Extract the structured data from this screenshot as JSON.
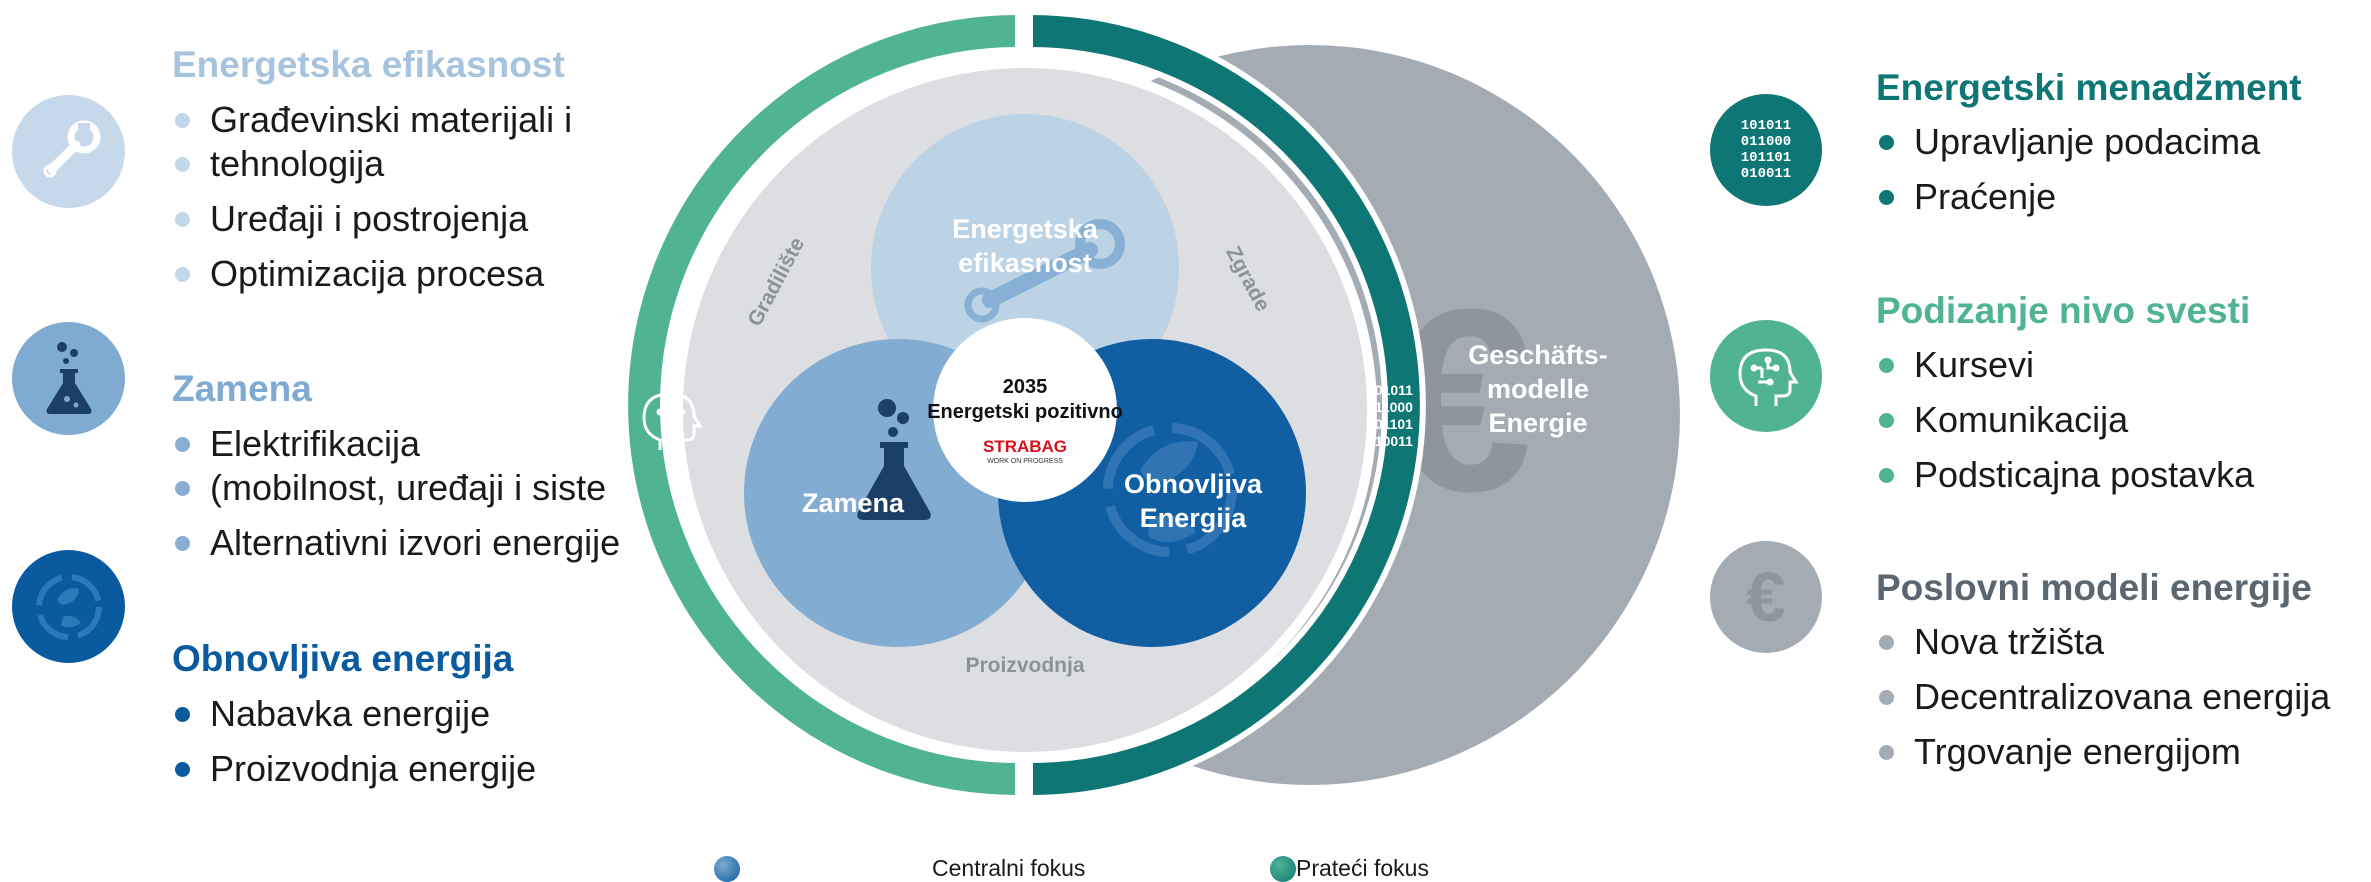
{
  "left": {
    "sections": [
      {
        "title": "Energetska efikasnost",
        "color": "#a7c4de",
        "icon": "wrench-icon",
        "items": [
          "Građevinski materijali i",
          "tehnologija",
          "Uređaji i postrojenja",
          "Optimizacija procesa"
        ]
      },
      {
        "title": "Zamena",
        "color": "#7faad1",
        "icon": "flask-icon",
        "items": [
          "Elektrifikacija",
          "(mobilnost, uređaji i siste",
          "Alternativni izvori energije"
        ]
      },
      {
        "title": "Obnovljiva energija",
        "color": "#0a5aa0",
        "icon": "leaf-icon",
        "items": [
          "Nabavka energije",
          "Proizvodnja energije"
        ]
      }
    ]
  },
  "right": {
    "sections": [
      {
        "title": "Energetski menadžment",
        "color": "#0e7775",
        "icon": "binary-data-icon",
        "binary": [
          "101011",
          "011000",
          "101101",
          "010011"
        ],
        "items": [
          "Upravljanje podacima",
          "Praćenje"
        ]
      },
      {
        "title": "Podizanje nivo svesti",
        "color": "#4fb394",
        "icon": "brain-head-icon",
        "items": [
          "Kursevi",
          "Komunikacija",
          "Podsticajna postavka"
        ]
      },
      {
        "title": "Poslovni modeli energije",
        "color": "#a4abb3",
        "title_color": "#5c6670",
        "icon": "euro-icon",
        "items": [
          "Nova tržišta",
          "Decentralizovana energija",
          "Trgovanje energijom"
        ]
      }
    ]
  },
  "diagram": {
    "center_year": "2035",
    "center_text": "Energetski pozitivno",
    "logo_text": "STRABAG",
    "logo_tagline": "WORK ON PROGRESS",
    "efficiency_label": [
      "Energetska",
      "efikasnost"
    ],
    "substitution_label": "Zamena",
    "renewable_label": [
      "Obnovljiva",
      "Energija"
    ],
    "ring_label_left": "Gradilište",
    "ring_label_right": "Zgrade",
    "ring_label_bottom": "Proizvodnja",
    "business_label": [
      "Geschäfts-",
      "modelle",
      "Energie"
    ],
    "binary": [
      "101011",
      "011000",
      "101101",
      "010011"
    ],
    "euro_glyph": "€"
  },
  "legend": {
    "central": "Centralni fokus",
    "supporting": "Prateći fokus"
  },
  "colors": {
    "light_blue": "#bcd3e6",
    "mid_blue": "#7faad1",
    "dark_blue": "#0a5aa0",
    "teal_dark": "#0e7775",
    "teal_light": "#4fb394",
    "gray": "#a4abb3",
    "ring_gray": "#dcdee2"
  }
}
